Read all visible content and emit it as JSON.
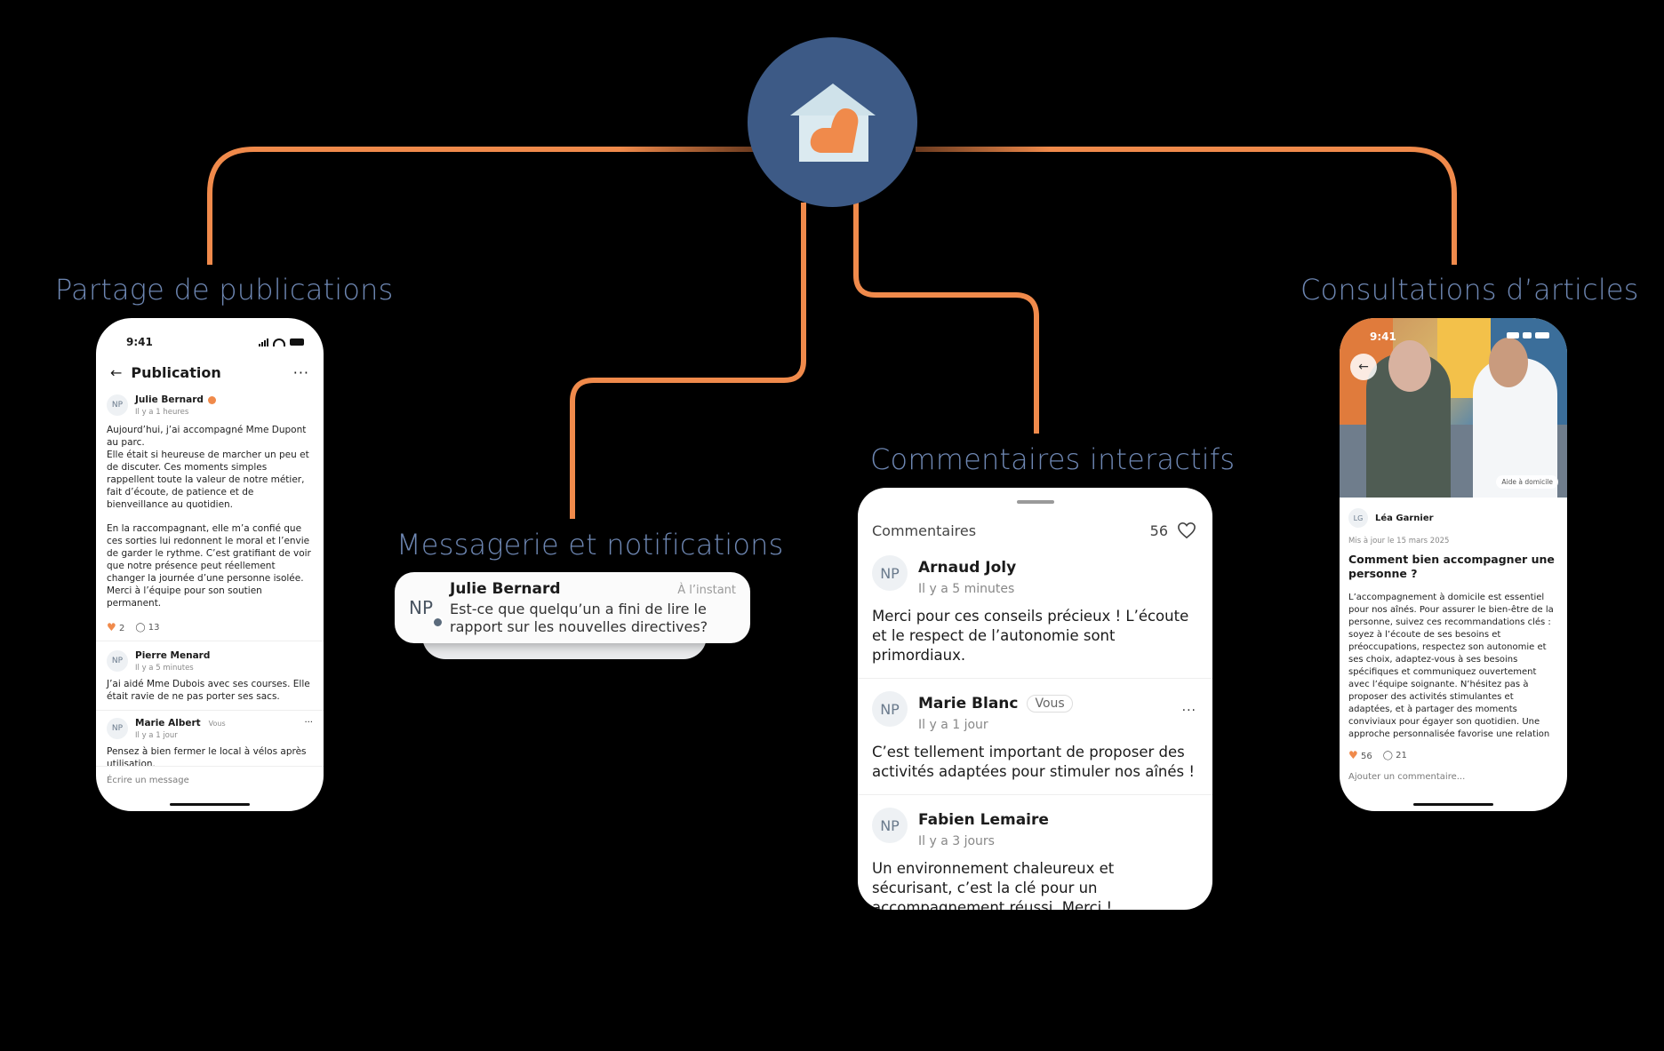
{
  "sections": {
    "publications": "Partage de publications",
    "messaging": "Messagerie et notifications",
    "comments": "Commentaires interactifs",
    "articles": "Consultations d’articles"
  },
  "colors": {
    "accent": "#f08a4b",
    "hub": "#3d5a86",
    "title": "#6e87b3"
  },
  "hub": {
    "icon": "house-heart-icon"
  },
  "publication_phone": {
    "time": "9:41",
    "title": "Publication",
    "main_post": {
      "avatar": "NP",
      "author": "Julie Bernard",
      "time": "Il y a 1 heures",
      "paragraph1": "Aujourd’hui, j’ai accompagné Mme Dupont au parc.\nElle était si heureuse de marcher un peu et de discuter. Ces moments simples rappellent toute la valeur de notre métier, fait d’écoute, de patience et de bienveillance au quotidien.",
      "paragraph2": "En la raccompagnant, elle m’a confié que ces sorties lui redonnent le moral et l’envie de garder le rythme. C’est gratifiant de voir que notre présence peut réellement changer la journée d’une personne isolée. Merci à l’équipe pour son soutien permanent.",
      "likes": "2",
      "comments": "13"
    },
    "replies": [
      {
        "avatar": "NP",
        "author": "Pierre Menard",
        "tag": "",
        "time": "Il y a 5 minutes",
        "text": "J’ai aidé Mme Dubois avec ses courses. Elle était ravie de ne pas porter ses sacs."
      },
      {
        "avatar": "NP",
        "author": "Marie Albert",
        "tag": "Vous",
        "time": "Il y a 1 jour",
        "text": "Pensez à bien fermer le local à vélos après utilisation."
      }
    ],
    "composer_placeholder": "Écrire un message"
  },
  "notification": {
    "avatar": "NP",
    "sender": "Julie Bernard",
    "time": "À l’instant",
    "message": "Est-ce que quelqu’un a fini de lire le rapport sur les nouvelles directives?"
  },
  "comments_panel": {
    "title": "Commentaires",
    "count": "56",
    "items": [
      {
        "avatar": "NP",
        "author": "Arnaud Joly",
        "tag": "",
        "time": "Il y a 5 minutes",
        "text": "Merci pour ces conseils précieux ! L’écoute et le respect de l’autonomie sont primordiaux."
      },
      {
        "avatar": "NP",
        "author": "Marie Blanc",
        "tag": "Vous",
        "time": "Il y a 1 jour",
        "text": "C’est tellement important de proposer des activités adaptées pour stimuler nos aînés !"
      },
      {
        "avatar": "NP",
        "author": "Fabien Lemaire",
        "tag": "",
        "time": "Il y a 3 jours",
        "text": "Un environnement chaleureux et sécurisant, c’est la clé pour un accompagnement réussi. Merci !"
      }
    ]
  },
  "article_phone": {
    "time": "9:41",
    "image_tag": "Aide à domicile",
    "author_avatar": "LG",
    "author": "Léa Garnier",
    "updated": "Mis à jour le 15 mars 2025",
    "title": "Comment bien accompagner une personne ?",
    "body": "L’accompagnement à domicile est essentiel pour nos aînés. Pour assurer le bien-être de la personne, suivez ces recommandations clés : soyez à l’écoute de ses besoins et préoccupations, respectez son autonomie et ses choix, adaptez-vous à ses besoins spécifiques et communiquez ouvertement avec l’équipe soignante. N’hésitez pas à proposer des activités stimulantes et adaptées, et à partager des moments conviviaux pour égayer son quotidien. Une approche personnalisée favorise une relation de confiance et un",
    "likes": "56",
    "comments": "21",
    "comment_placeholder": "Ajouter un commentaire..."
  }
}
